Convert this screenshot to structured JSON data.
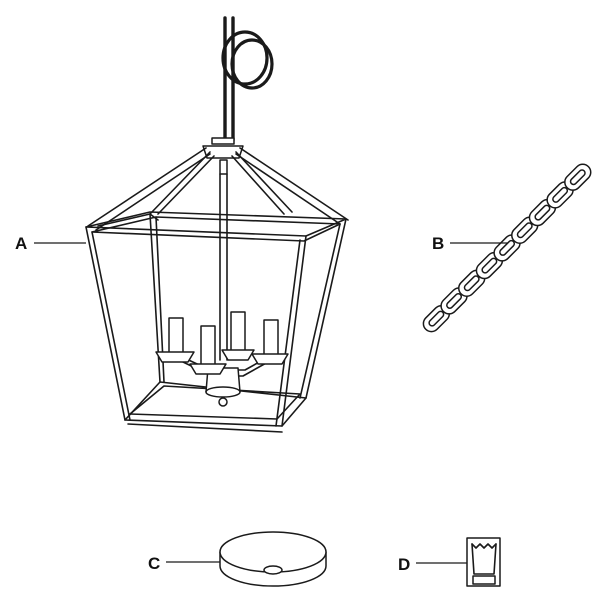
{
  "parts": [
    {
      "id": "A",
      "label": "A",
      "depicts": "lantern-pendant-light-icon"
    },
    {
      "id": "B",
      "label": "B",
      "depicts": "chain-icon"
    },
    {
      "id": "C",
      "label": "C",
      "depicts": "ceiling-canopy-icon"
    },
    {
      "id": "D",
      "label": "D",
      "depicts": "mounting-bracket-icon"
    }
  ],
  "colors": {
    "background": "#ffffff",
    "ink": "#1a1a1a"
  }
}
